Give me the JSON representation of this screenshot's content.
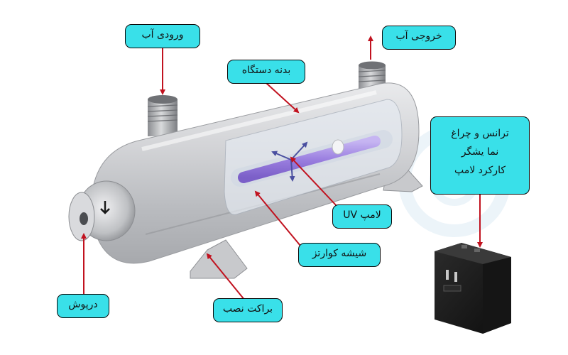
{
  "labels": {
    "water_inlet": "ورودی آب",
    "water_outlet": "خروجی آب",
    "device_body": "بدنه دستگاه",
    "uv_lamp": "لامپ UV",
    "quartz_sleeve": "شیشه کوارتز",
    "end_cap": "درپوش",
    "mounting_bracket": "براکت نصب",
    "transformer": [
      "ترانس و چراغ",
      "نما یشگر",
      "کارکرد لامپ"
    ]
  },
  "colors": {
    "label_fill": "#39e0e9",
    "label_border": "#0a0a0a",
    "arrow": "#c1121f",
    "lamp": "#9b7fe0",
    "transformer_body": "#1b1b1b"
  },
  "icons": {
    "flow_arrow": "flow-arrows-icon",
    "watermark": "gear-watermark-icon"
  }
}
